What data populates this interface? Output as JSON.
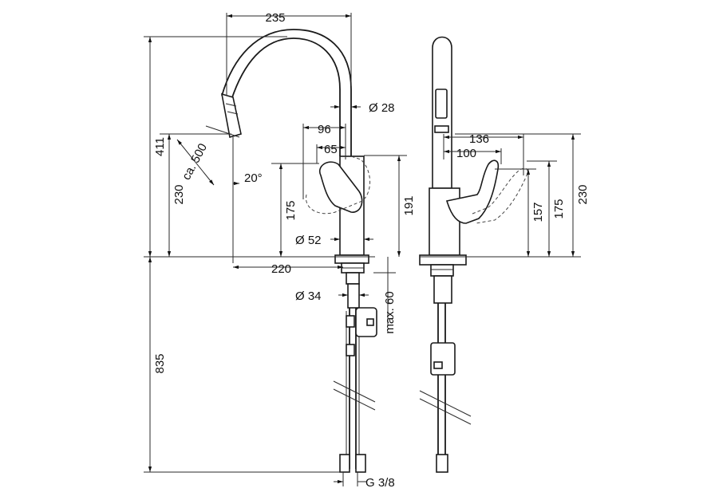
{
  "dimensions": {
    "width_spout": "235",
    "height_total": "411",
    "spout_dia": "Ø 28",
    "lever_96": "96",
    "lever_65": "65",
    "pullout": "ca. 500",
    "angle": "20°",
    "h230_left": "230",
    "h175_left": "175",
    "h191": "191",
    "base_dia": "Ø 52",
    "reach_220": "220",
    "shank_dia": "Ø 34",
    "deck_max": "max. 60",
    "hose_length": "835",
    "connection": "G 3/8",
    "side_136": "136",
    "side_100": "100",
    "side_157": "157",
    "side_175": "175",
    "side_230": "230"
  }
}
